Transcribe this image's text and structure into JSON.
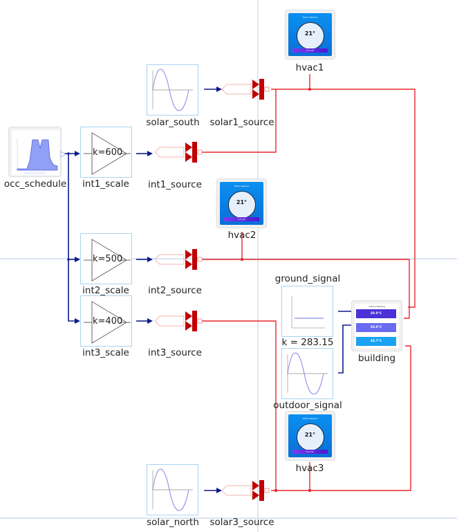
{
  "diagram": {
    "blocks": {
      "occ_schedule": {
        "label": "occ_schedule",
        "chart_title": "Office Occupancy",
        "chart_subtitle": "Occupancy fraction by hour"
      },
      "solar_south": {
        "label": "solar_south"
      },
      "solar_north": {
        "label": "solar_north"
      },
      "outdoor_signal": {
        "label": "outdoor_signal"
      },
      "ground_signal": {
        "label": "ground_signal",
        "param": "k = 283.15"
      },
      "int1_scale": {
        "label": "int1_scale",
        "gain": "k=600"
      },
      "int2_scale": {
        "label": "int2_scale",
        "gain": "k=500"
      },
      "int3_scale": {
        "label": "int3_scale",
        "gain": "k=400"
      },
      "solar1_source": {
        "label": "solar1_source"
      },
      "int1_source": {
        "label": "int1_source"
      },
      "int2_source": {
        "label": "int2_source"
      },
      "int3_source": {
        "label": "int3_source"
      },
      "solar3_source": {
        "label": "solar3_source"
      },
      "hvac1": {
        "label": "hvac1",
        "title": "HVAC Setpoint",
        "value": "21°",
        "bar": "0.0 kW"
      },
      "hvac2": {
        "label": "hvac2",
        "title": "HVAC Setpoint",
        "value": "21°",
        "bar": "0.0 kW"
      },
      "hvac3": {
        "label": "hvac3",
        "title": "HVAC Setpoint",
        "value": "21°",
        "bar": "0.0 kW"
      },
      "building": {
        "label": "building",
        "title": "3-Zone Building",
        "zones": [
          "20.0°C",
          "20.0°C",
          "18.7°C"
        ]
      }
    },
    "colors": {
      "signal_wire": "#0d1a8c",
      "heat_wire": "#e8262a",
      "source_red": "#c00000",
      "block_border": "#a9d3f2",
      "grid_line": "#c8d4ee",
      "zone1": "#4a32d8",
      "zone2": "#6a6af0",
      "zone3": "#1aa2f5"
    }
  }
}
